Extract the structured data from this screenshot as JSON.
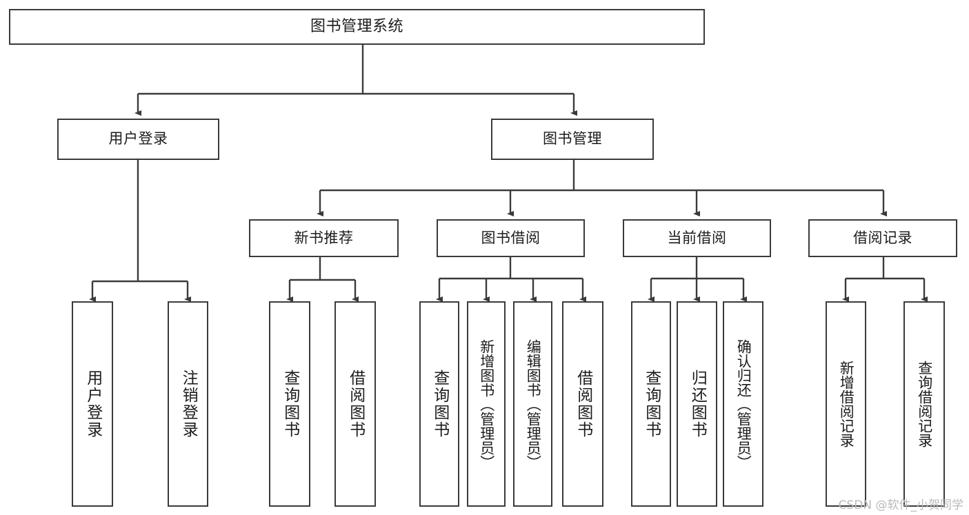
{
  "diagram": {
    "title": "图书管理系统",
    "type": "tree-hierarchy",
    "stroke_color": "#3a3a3a",
    "fill_color": "#ffffff",
    "text_color": "#1c1c1c",
    "watermark": "CSDN @软件_小贺同学"
  },
  "nodes": {
    "root": {
      "label": "图书管理系统"
    },
    "level1": [
      {
        "label": "用户登录"
      },
      {
        "label": "图书管理"
      }
    ],
    "level2": [
      {
        "label": "新书推荐"
      },
      {
        "label": "图书借阅"
      },
      {
        "label": "当前借阅"
      },
      {
        "label": "借阅记录"
      }
    ],
    "leaves": {
      "user_login": [
        {
          "label": "用户登录"
        },
        {
          "label": "注销登录"
        }
      ],
      "new_book_recommend": [
        {
          "label": "查询图书"
        },
        {
          "label": "借阅图书"
        }
      ],
      "book_borrow": [
        {
          "label": "查询图书"
        },
        {
          "label": "新增图书（管理员）"
        },
        {
          "label": "编辑图书（管理员）"
        },
        {
          "label": "借阅图书"
        }
      ],
      "current_borrow": [
        {
          "label": "查询图书"
        },
        {
          "label": "归还图书"
        },
        {
          "label": "确认归还（管理员）"
        }
      ],
      "borrow_record": [
        {
          "label": "新增借阅记录"
        },
        {
          "label": "查询借阅记录"
        }
      ]
    }
  }
}
